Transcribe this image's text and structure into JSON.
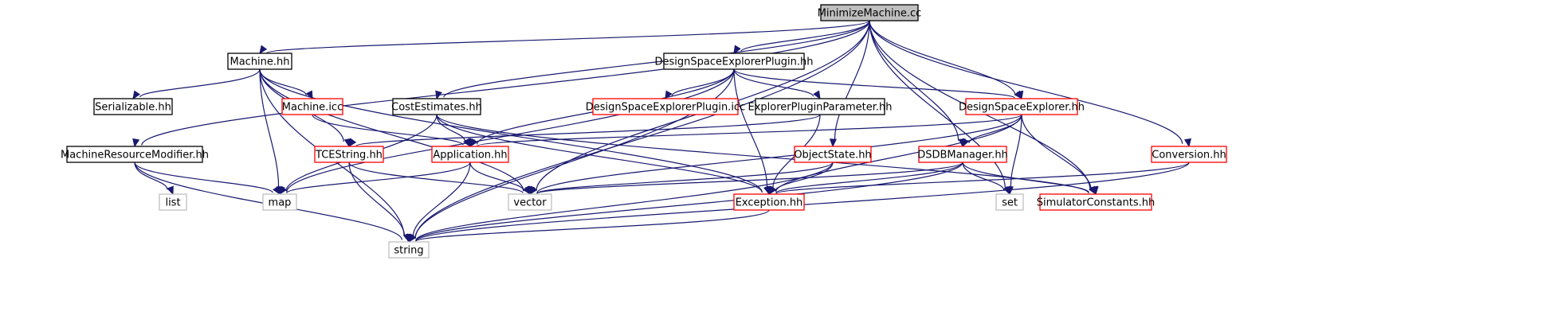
{
  "colors": {
    "edge": "#191970",
    "root_fill": "#bfbfbf",
    "root_stroke": "#000000",
    "normal_stroke": "#000000",
    "red_stroke": "#ff0000",
    "gray_stroke": "#bfbfbf",
    "text": "#000000"
  },
  "nodes": [
    {
      "id": "minimize",
      "label": "MinimizeMachine.cc",
      "kind": "root"
    },
    {
      "id": "machine",
      "label": "Machine.hh",
      "kind": "normal"
    },
    {
      "id": "dsep",
      "label": "DesignSpaceExplorerPlugin.hh",
      "kind": "normal"
    },
    {
      "id": "serializable",
      "label": "Serializable.hh",
      "kind": "normal"
    },
    {
      "id": "machineicc",
      "label": "Machine.icc",
      "kind": "red"
    },
    {
      "id": "costest",
      "label": "CostEstimates.hh",
      "kind": "normal"
    },
    {
      "id": "dsepicc",
      "label": "DesignSpaceExplorerPlugin.icc",
      "kind": "red"
    },
    {
      "id": "epp",
      "label": "ExplorerPluginParameter.hh",
      "kind": "normal"
    },
    {
      "id": "dse",
      "label": "DesignSpaceExplorer.hh",
      "kind": "red"
    },
    {
      "id": "mrm",
      "label": "MachineResourceModifier.hh",
      "kind": "normal"
    },
    {
      "id": "tcestring",
      "label": "TCEString.hh",
      "kind": "red"
    },
    {
      "id": "application",
      "label": "Application.hh",
      "kind": "red"
    },
    {
      "id": "objectstate",
      "label": "ObjectState.hh",
      "kind": "red"
    },
    {
      "id": "dsdb",
      "label": "DSDBManager.hh",
      "kind": "red"
    },
    {
      "id": "conversion",
      "label": "Conversion.hh",
      "kind": "red"
    },
    {
      "id": "list",
      "label": "list",
      "kind": "gray"
    },
    {
      "id": "map",
      "label": "map",
      "kind": "gray"
    },
    {
      "id": "vector",
      "label": "vector",
      "kind": "gray"
    },
    {
      "id": "exception",
      "label": "Exception.hh",
      "kind": "red"
    },
    {
      "id": "set",
      "label": "set",
      "kind": "gray"
    },
    {
      "id": "simconst",
      "label": "SimulatorConstants.hh",
      "kind": "red"
    },
    {
      "id": "string",
      "label": "string",
      "kind": "gray"
    }
  ],
  "edges": [
    [
      "minimize",
      "machine"
    ],
    [
      "minimize",
      "dsep"
    ],
    [
      "minimize",
      "costest"
    ],
    [
      "minimize",
      "dse"
    ],
    [
      "minimize",
      "mrm"
    ],
    [
      "minimize",
      "objectstate"
    ],
    [
      "minimize",
      "dsdb"
    ],
    [
      "minimize",
      "conversion"
    ],
    [
      "minimize",
      "vector"
    ],
    [
      "minimize",
      "set"
    ],
    [
      "minimize",
      "simconst"
    ],
    [
      "minimize",
      "string"
    ],
    [
      "machine",
      "serializable"
    ],
    [
      "machine",
      "machineicc"
    ],
    [
      "machine",
      "tcestring"
    ],
    [
      "machine",
      "vector"
    ],
    [
      "machine",
      "exception"
    ],
    [
      "machine",
      "string"
    ],
    [
      "machine",
      "map"
    ],
    [
      "machineicc",
      "application"
    ],
    [
      "dsep",
      "dsepicc"
    ],
    [
      "dsep",
      "epp"
    ],
    [
      "dsep",
      "dse"
    ],
    [
      "dsep",
      "application"
    ],
    [
      "dsep",
      "map"
    ],
    [
      "dsep",
      "string"
    ],
    [
      "dsep",
      "exception"
    ],
    [
      "costest",
      "application"
    ],
    [
      "costest",
      "exception"
    ],
    [
      "costest",
      "map"
    ],
    [
      "costest",
      "simconst"
    ],
    [
      "epp",
      "tcestring"
    ],
    [
      "epp",
      "exception"
    ],
    [
      "dse",
      "dsdb"
    ],
    [
      "dse",
      "application"
    ],
    [
      "dse",
      "vector"
    ],
    [
      "dse",
      "exception"
    ],
    [
      "dse",
      "set"
    ],
    [
      "dse",
      "simconst"
    ],
    [
      "mrm",
      "list"
    ],
    [
      "mrm",
      "map"
    ],
    [
      "mrm",
      "string"
    ],
    [
      "tcestring",
      "vector"
    ],
    [
      "tcestring",
      "string"
    ],
    [
      "application",
      "map"
    ],
    [
      "application",
      "vector"
    ],
    [
      "application",
      "string"
    ],
    [
      "objectstate",
      "exception"
    ],
    [
      "objectstate",
      "vector"
    ],
    [
      "objectstate",
      "string"
    ],
    [
      "dsdb",
      "exception"
    ],
    [
      "dsdb",
      "set"
    ],
    [
      "dsdb",
      "simconst"
    ],
    [
      "dsdb",
      "vector"
    ],
    [
      "dsdb",
      "string"
    ],
    [
      "conversion",
      "exception"
    ],
    [
      "conversion",
      "string"
    ],
    [
      "exception",
      "string"
    ]
  ]
}
